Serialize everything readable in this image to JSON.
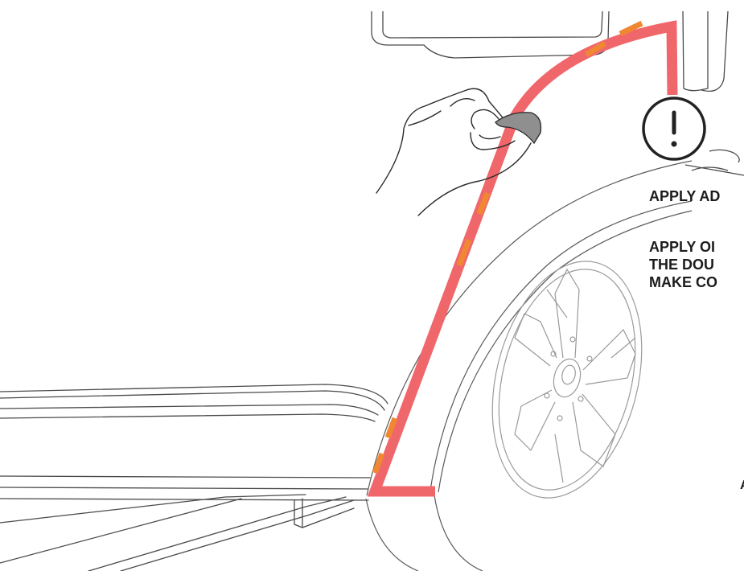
{
  "instructions": {
    "line_1": "APPLY AD",
    "line_2": "APPLY OI",
    "line_3": "THE DOU",
    "line_4": "MAKE CO",
    "edge_fragment": "A"
  },
  "colors": {
    "tape_outline": "#f0676b",
    "marker_dashes": "#f08732",
    "sketch_stroke": "#4a4a4a",
    "wheel_stroke": "#9a9a9a",
    "warning_stroke": "#222222"
  },
  "icons": {
    "warning": "exclamation-circle-icon"
  }
}
